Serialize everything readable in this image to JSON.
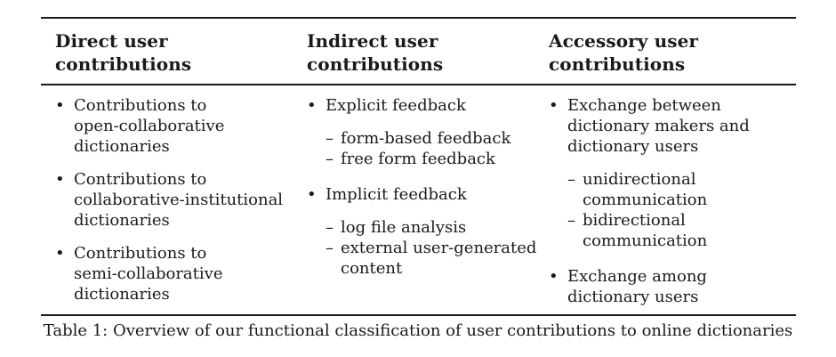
{
  "page": {
    "background_color": "#ffffff",
    "text_color": "#1a1a1a",
    "rule_color": "#1a1a1a"
  },
  "table": {
    "markers": {
      "bullet": "•",
      "dash": "–"
    },
    "columns": [
      {
        "header": "Direct user contributions",
        "header_lines": [
          "Direct user",
          "contributions"
        ],
        "items": [
          {
            "marker": "bullet",
            "text": "Contributions to open-collaborative dictionaries",
            "lines": [
              "Contributions to",
              "open-collaborative",
              "dictionaries"
            ]
          },
          {
            "marker": "bullet",
            "text": "Contributions to collaborative-institutional dictionaries",
            "lines": [
              "Contributions to",
              "collaborative-institutional",
              "dictionaries"
            ]
          },
          {
            "marker": "bullet",
            "text": "Contributions to semi-collaborative dictionaries",
            "lines": [
              "Contributions to",
              "semi-collaborative",
              "dictionaries"
            ]
          }
        ]
      },
      {
        "header": "Indirect user contributions",
        "header_lines": [
          "Indirect user",
          "contributions"
        ],
        "items": [
          {
            "marker": "bullet",
            "text": "Explicit feedback",
            "lines": [
              "Explicit feedback"
            ]
          },
          {
            "marker": "dash",
            "text": "form-based feedback",
            "lines": [
              "form-based feedback"
            ]
          },
          {
            "marker": "dash",
            "text": "free form feedback",
            "lines": [
              "free form feedback"
            ]
          },
          {
            "marker": "bullet",
            "text": "Implicit feedback",
            "lines": [
              "Implicit feedback"
            ]
          },
          {
            "marker": "dash",
            "text": "log file analysis",
            "lines": [
              "log file analysis"
            ]
          },
          {
            "marker": "dash",
            "text": "external user-generated content",
            "lines": [
              "external user-generated",
              "content"
            ]
          }
        ]
      },
      {
        "header": "Accessory user contributions",
        "header_lines": [
          "Accessory user",
          "contributions"
        ],
        "items": [
          {
            "marker": "bullet",
            "text": "Exchange between dictionary makers and dictionary users",
            "lines": [
              "Exchange between",
              "dictionary makers and",
              "dictionary users"
            ]
          },
          {
            "marker": "dash",
            "text": "unidirectional communication",
            "lines": [
              "unidirectional",
              "communication"
            ]
          },
          {
            "marker": "dash",
            "text": "bidirectional communication",
            "lines": [
              "bidirectional",
              "communication"
            ]
          },
          {
            "marker": "bullet",
            "text": "Exchange among dictionary users",
            "lines": [
              "Exchange among",
              "dictionary users"
            ]
          }
        ]
      }
    ],
    "caption": "Table 1: Overview of our functional classification of user contributions to online dictionaries"
  }
}
